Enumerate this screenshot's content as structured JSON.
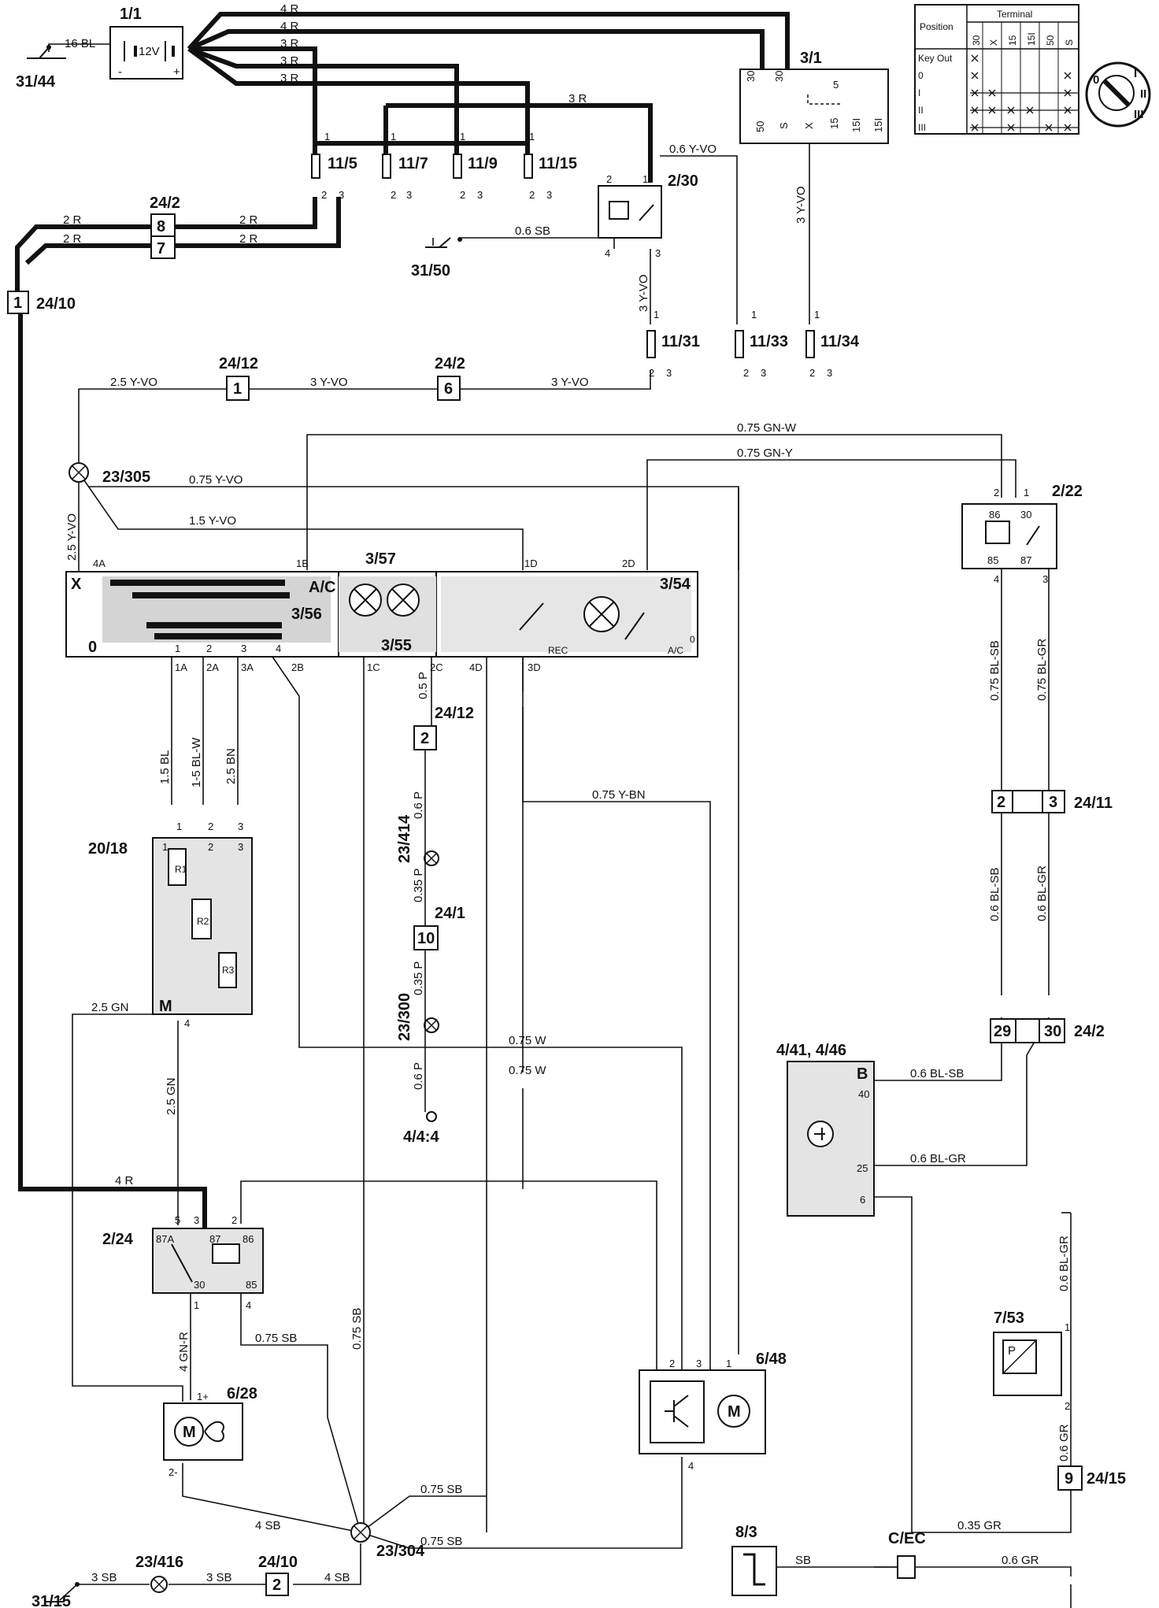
{
  "components": {
    "battery": {
      "id": "1/1",
      "voltage": "12V",
      "minus": "-",
      "plus": "+"
    },
    "ignition_switch": {
      "id": "3/1",
      "pins": [
        "30",
        "30",
        "50",
        "S",
        "X",
        "15",
        "15I",
        "15I"
      ],
      "inner": "5"
    },
    "ignition_table": {
      "header_position": "Position",
      "header_terminal": "Terminal",
      "columns": [
        "30",
        "X",
        "15",
        "15I",
        "50",
        "S"
      ],
      "rows": [
        "Key Out",
        "0",
        "I",
        "II",
        "III"
      ],
      "dial": [
        "0",
        "I",
        "II",
        "III"
      ]
    },
    "fuse_11_5": "11/5",
    "fuse_11_7": "11/7",
    "fuse_11_9": "11/9",
    "fuse_11_15": "11/15",
    "fuse_11_31": "11/31",
    "fuse_11_33": "11/33",
    "fuse_11_34": "11/34",
    "relay_2_30": "2/30",
    "relay_2_22": "2/22",
    "relay_2_24": "2/24",
    "ground_31_44": "31/44",
    "ground_31_50": "31/50",
    "ground_31_15": "31/15",
    "conn_24_2": "24/2",
    "conn_24_10": "24/10",
    "conn_24_12": "24/12",
    "conn_24_11": "24/11",
    "conn_24_1": "24/1",
    "conn_24_15": "24/15",
    "splice_23_305": "23/305",
    "splice_23_414": "23/414",
    "splice_23_300": "23/300",
    "splice_23_304": "23/304",
    "splice_23_416": "23/416",
    "panel_3_57": "3/57",
    "panel_3_54": "3/54",
    "panel_3_56": "3/56",
    "panel_3_55": "3/55",
    "panel_labels": {
      "x": "X",
      "zero_left": "0",
      "ac": "A/C",
      "rec": "REC",
      "ac_small": "A/C",
      "zero_right": "0"
    },
    "resistor_pack": {
      "id": "20/18",
      "r1": "R1",
      "r2": "R2",
      "r3": "R3",
      "m": "M"
    },
    "fan_motor": {
      "id": "6/28",
      "m": "M"
    },
    "fan_module": {
      "id": "6/48",
      "m": "M"
    },
    "ecm": {
      "id": "4/41, 4/46",
      "b": "B"
    },
    "pressure_sensor": {
      "id": "7/53",
      "p": "P"
    },
    "sensor_8_3": "8/3",
    "cec": "C/EC",
    "ref_4_4_4": "4/4:4"
  },
  "pins": {
    "conn_24_2_top": "8",
    "conn_24_2_bottom": "7",
    "conn_24_10_top": "1",
    "conn_24_12_top": "1",
    "conn_24_2_mid": "6",
    "conn_24_12_mid": "2",
    "conn_24_1": "10",
    "conn_24_11_a": "2",
    "conn_24_11_b": "3",
    "conn_24_2_a": "29",
    "conn_24_2_b": "30",
    "conn_24_10_bottom": "2",
    "conn_24_15": "9",
    "panel_top": [
      "4A",
      "1B",
      "1D",
      "2D"
    ],
    "panel_bottom": [
      "1A",
      "2A",
      "3A",
      "2B",
      "1C",
      "2C",
      "4D",
      "3D"
    ],
    "panel_switch": [
      "1",
      "2",
      "3",
      "4"
    ],
    "relay_2_30": [
      "2",
      "1",
      "4",
      "3"
    ],
    "relay_2_22": [
      "2",
      "1",
      "86",
      "30",
      "85",
      "87",
      "4",
      "3"
    ],
    "relay_2_24": [
      "5",
      "3",
      "2",
      "87A",
      "87",
      "86",
      "30",
      "85",
      "1",
      "4"
    ],
    "resistor": [
      "1",
      "2",
      "3",
      "1",
      "2",
      "3",
      "4"
    ],
    "fan_module": [
      "2",
      "3",
      "1",
      "4"
    ],
    "fan_motor": [
      "1+",
      "2-"
    ],
    "ecm": [
      "40",
      "25",
      "6"
    ],
    "pressure_sensor": [
      "1",
      "2"
    ],
    "fuse_top": [
      "1",
      "1",
      "1",
      "1"
    ],
    "fuse_bottom": [
      "2",
      "3"
    ],
    "fuse_row": [
      "1",
      "1",
      "1"
    ]
  },
  "wires": {
    "w16bl": "16 BL",
    "w4r_a": "4 R",
    "w4r_b": "4 R",
    "w3r_a": "3 R",
    "w3r_b": "3 R",
    "w3r_c": "3 R",
    "w3r_d": "3 R",
    "w06yvo": "0.6 Y-VO",
    "w2r_a": "2 R",
    "w2r_b": "2 R",
    "w2r_c": "2 R",
    "w2r_d": "2 R",
    "w06sb": "0.6 SB",
    "w3yvo_v": "3 Y-VO",
    "w3yvo_v2": "3 Y-VO",
    "w25yvo": "2.5 Y-VO",
    "w3yvo_h1": "3 Y-VO",
    "w3yvo_h2": "3 Y-VO",
    "w075gnw": "0.75 GN-W",
    "w075gny": "0.75 GN-Y",
    "w075yvo": "0.75 Y-VO",
    "w15yvo": "1.5 Y-VO",
    "w25yvo_v": "2.5 Y-VO",
    "w05p": "0.5 P",
    "w15bl": "1.5 BL",
    "w15blw": "1-5 BL-W",
    "w25bn": "2.5 BN",
    "w075ybn": "0.75 Y-BN",
    "w06p_a": "0.6 P",
    "w035p_a": "0.35 P",
    "w035p_b": "0.35 P",
    "w06p_b": "0.6 P",
    "w075blsb": "0.75 BL-SB",
    "w075blgr": "0.75 BL-GR",
    "w06blsb_v": "0.6 BL-SB",
    "w06blgr_v": "0.6 BL-GR",
    "w25gn_h": "2.5 GN",
    "w25gn_v": "2.5 GN",
    "w06blsb_h": "0.6 BL-SB",
    "w06blgr_h": "0.6 BL-GR",
    "w075w_a": "0.75 W",
    "w075w_b": "0.75 W",
    "w4r_low": "4 R",
    "w075sb_v": "0.75 SB",
    "w06blgr_low": "0.6 BL-GR",
    "w4gnr": "4 GN-R",
    "w075sb_a": "0.75 SB",
    "w075sb_b": "0.75 SB",
    "w075sb_c": "0.75 SB",
    "w4sb_a": "4 SB",
    "w06gr": "0.6 GR",
    "w035gr": "0.35 GR",
    "w3sb_a": "3 SB",
    "w3sb_b": "3 SB",
    "w4sb_b": "4 SB",
    "wsb": "SB",
    "w06gr_b": "0.6 GR"
  }
}
